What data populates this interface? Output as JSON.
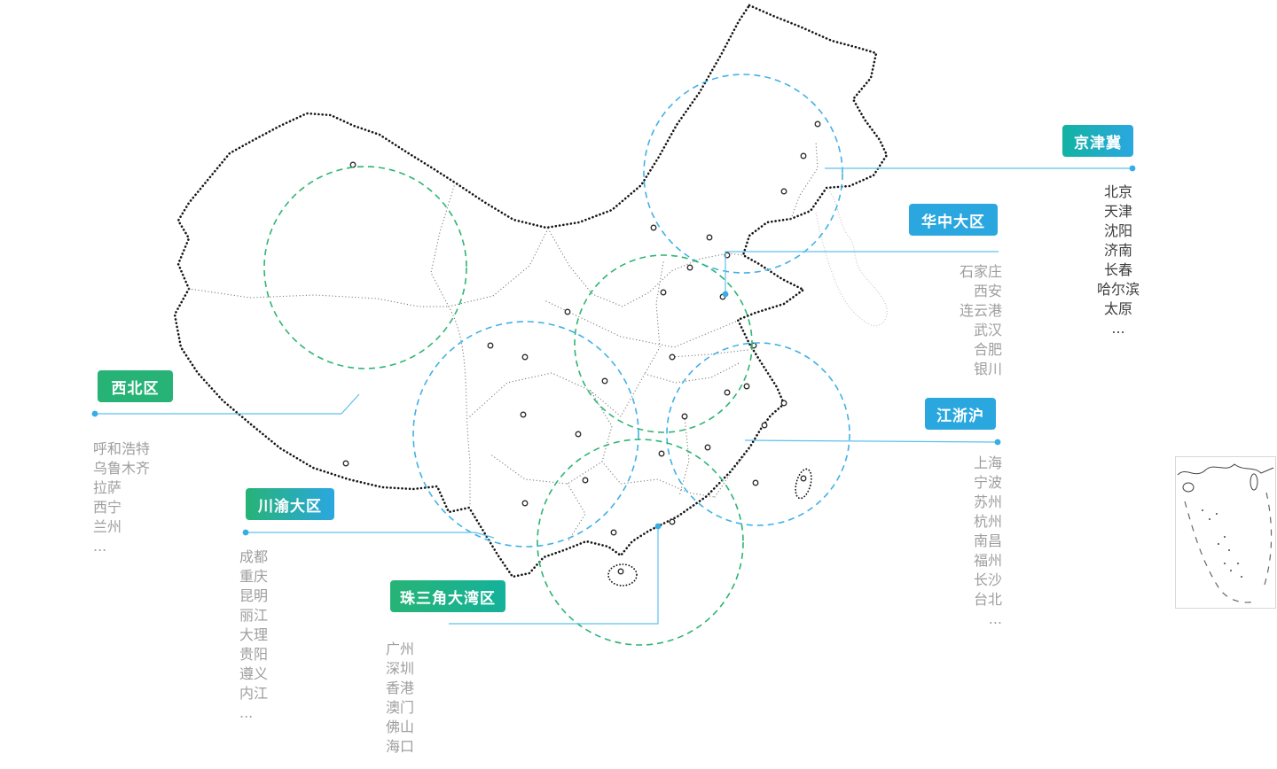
{
  "regions": [
    {
      "id": "jingjinji",
      "label": "京津冀",
      "cities": [
        "北京",
        "天津",
        "沈阳",
        "济南",
        "长春",
        "哈尔滨",
        "太原",
        "..."
      ]
    },
    {
      "id": "huazhong",
      "label": "华中大区",
      "cities": [
        "石家庄",
        "西安",
        "连云港",
        "武汉",
        "合肥",
        "银川"
      ]
    },
    {
      "id": "jiangzhehu",
      "label": "江浙沪",
      "cities": [
        "上海",
        "宁波",
        "苏州",
        "杭州",
        "南昌",
        "福州",
        "长沙",
        "台北",
        "..."
      ]
    },
    {
      "id": "xibei",
      "label": "西北区",
      "cities": [
        "呼和浩特",
        "乌鲁木齐",
        "拉萨",
        "西宁",
        "兰州",
        "..."
      ]
    },
    {
      "id": "chuanyu",
      "label": "川渝大区",
      "cities": [
        "成都",
        "重庆",
        "昆明",
        "丽江",
        "大理",
        "贵阳",
        "遵义",
        "内江",
        "..."
      ]
    },
    {
      "id": "zhusanjiao",
      "label": "珠三角大湾区",
      "cities": [
        "广州",
        "深圳",
        "香港",
        "澳门",
        "佛山",
        "海口",
        "..."
      ]
    }
  ],
  "colors": {
    "label_blue": "#2ba7e0",
    "label_green": "#27b376",
    "label_teal": "#12b3a2",
    "circle_blue": "#41b1e6",
    "circle_green": "#2db573",
    "connector_line": "#5ec0ec",
    "connector_dot": "#35aee4",
    "city_text": "#9e9e9e",
    "city_text_dark": "#3f3f3f",
    "map_outline": "#151515"
  }
}
